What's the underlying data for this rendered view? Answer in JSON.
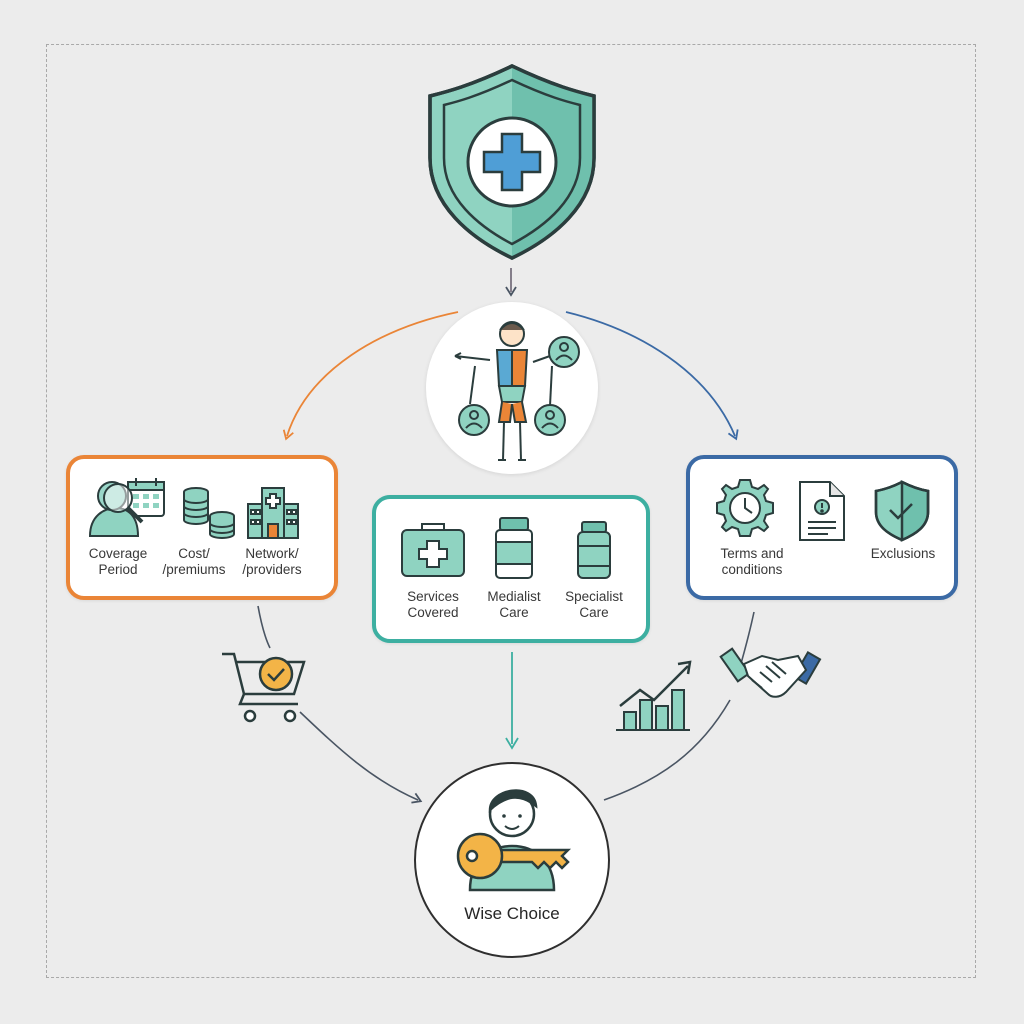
{
  "colors": {
    "orange": "#ea8537",
    "teal": "#3dafa1",
    "blue": "#3b6aa5",
    "mint": "#8fd3c1",
    "dark": "#2b3d3d",
    "cross_blue": "#4f9ed6",
    "key_gold": "#f3b447"
  },
  "nodes": {
    "top": {
      "icon": "shield-medical-cross-icon"
    },
    "person": {
      "icon": "person-connections-icon"
    },
    "final": {
      "icon": "person-with-key-icon",
      "label": "Wise Choice"
    }
  },
  "cards": {
    "left": {
      "items": [
        {
          "icon": "magnifier-calendar-icon",
          "label": "Coverage\nPeriod"
        },
        {
          "icon": "coin-stacks-icon",
          "label": "Cost/\n/premiums"
        },
        {
          "icon": "hospital-building-icon",
          "label": "Network/\n/providers"
        }
      ]
    },
    "center": {
      "items": [
        {
          "icon": "first-aid-kit-icon",
          "label": "Services\nCovered"
        },
        {
          "icon": "medicine-jar-icon",
          "label": "Medialist\nCare"
        },
        {
          "icon": "medicine-bottle-icon",
          "label": "Specialist\nCare"
        }
      ]
    },
    "right": {
      "items": [
        {
          "icon": "gear-clock-icon",
          "label": "Terms and\nconditions"
        },
        {
          "icon": "warning-document-icon",
          "label": ""
        },
        {
          "icon": "shield-check-icon",
          "label": "Exclusions"
        }
      ]
    }
  },
  "connector_icons": [
    "shopping-cart-check-icon",
    "growth-chart-icon",
    "handshake-icon"
  ]
}
